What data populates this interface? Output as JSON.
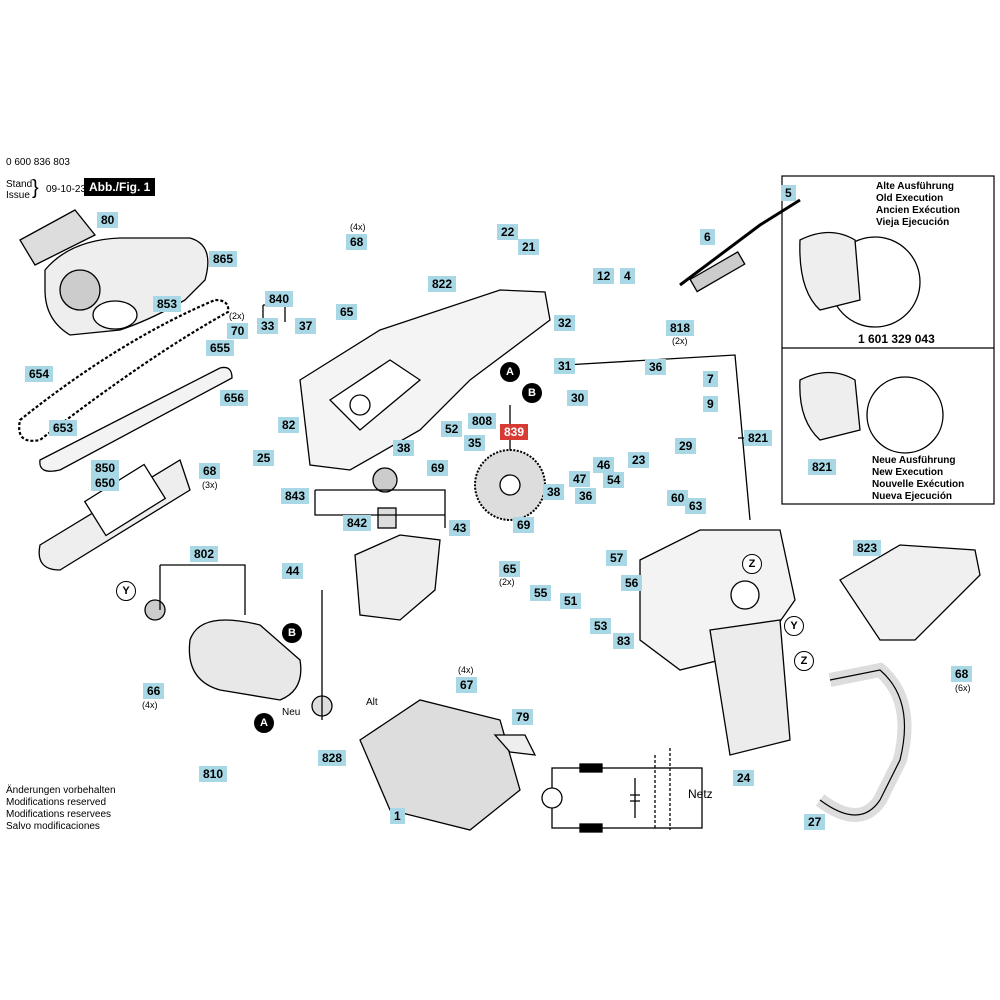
{
  "header": {
    "doc_number": "0 600 836 803",
    "stand_label": "Stand",
    "issue_label": "Issue",
    "date": "09-10-23",
    "figure_label": "Abb./Fig. 1"
  },
  "footnote": [
    "Änderungen vorbehalten",
    "Modifications reserved",
    "Modifications reservees",
    "Salvo modificaciones"
  ],
  "inset_old": {
    "lines": [
      "Alte Ausführung",
      "Old Execution",
      "Ancien Exécution",
      "Vieja Ejecución"
    ],
    "part_number": "1 601 329 043"
  },
  "inset_new": {
    "lines": [
      "Neue Ausführung",
      "New Execution",
      "Nouvelle Exécution",
      "Nueva Ejecución"
    ],
    "part_label": "821"
  },
  "highlight_color": "#d83a34",
  "label_color": "#a8d8e6",
  "parts": [
    "80",
    "865",
    "853",
    "654",
    "655",
    "653",
    "850",
    "650",
    "840",
    "33",
    "37",
    "70",
    "656",
    "82",
    "25",
    "68",
    "68",
    "802",
    "66",
    "810",
    "828",
    "1",
    "79",
    "67",
    "822",
    "65",
    "22",
    "21",
    "808",
    "52",
    "35",
    "38",
    "69",
    "839",
    "843",
    "842",
    "43",
    "44",
    "38",
    "36",
    "69",
    "65",
    "55",
    "51",
    "54",
    "47",
    "46",
    "23",
    "29",
    "30",
    "36",
    "7",
    "9",
    "821",
    "5",
    "6",
    "12",
    "4",
    "32",
    "31",
    "818",
    "60",
    "63",
    "57",
    "56",
    "53",
    "83",
    "823",
    "68",
    "24",
    "27"
  ],
  "quantities": {
    "q_68_top": "(4x)",
    "q_70": "(2x)",
    "q_68_left": "(3x)",
    "q_66": "(4x)",
    "q_67": "(4x)",
    "q_65": "(2x)",
    "q_818": "(2x)",
    "q_68_right": "(6x)"
  },
  "callouts": {
    "A": "A",
    "B": "B",
    "Y": "Y",
    "Z": "Z"
  },
  "annotations": {
    "neu": "Neu",
    "alt": "Alt",
    "netz": "Netz"
  }
}
